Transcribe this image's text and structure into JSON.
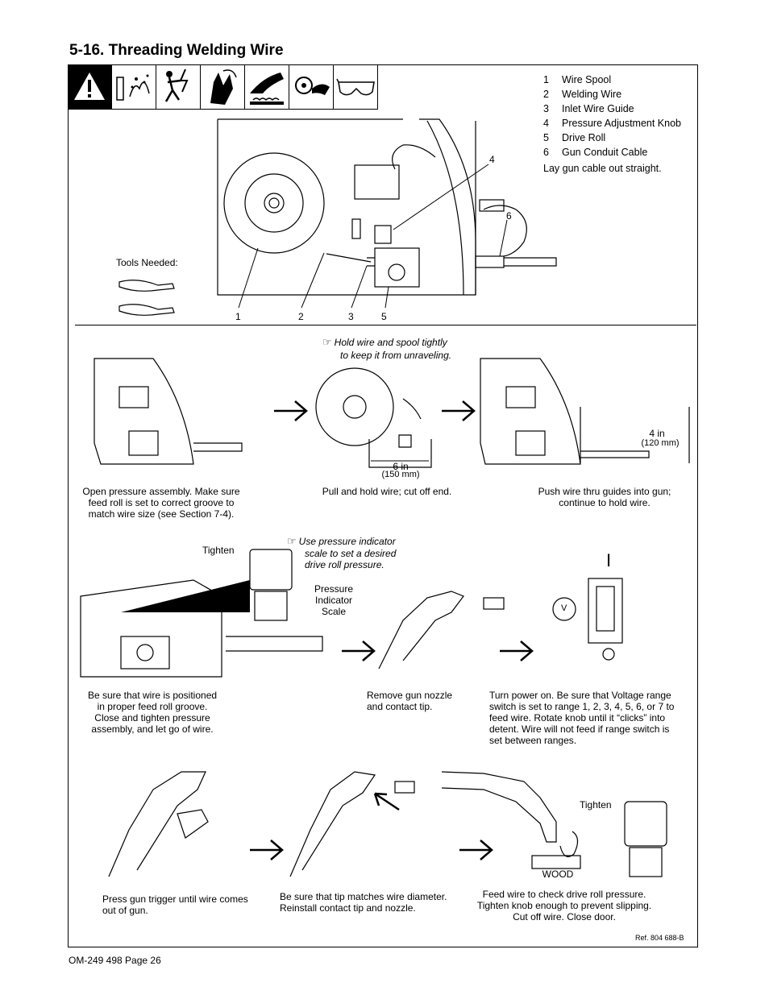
{
  "page_title": "5-16. Threading Welding Wire",
  "legend": [
    {
      "num": "1",
      "label": "Wire Spool"
    },
    {
      "num": "2",
      "label": "Welding Wire"
    },
    {
      "num": "3",
      "label": "Inlet Wire Guide"
    },
    {
      "num": "4",
      "label": "Pressure Adjustment Knob"
    },
    {
      "num": "5",
      "label": "Drive Roll"
    },
    {
      "num": "6",
      "label": "Gun Conduit Cable"
    }
  ],
  "legend_note": "Lay gun cable out straight.",
  "tools_needed": "Tools Needed:",
  "callouts": {
    "c1": "1",
    "c2": "2",
    "c3": "3",
    "c4": "4",
    "c5": "5",
    "c6": "6"
  },
  "notes": {
    "hold_wire_1": "Hold wire and spool tightly",
    "hold_wire_2": "to keep it from unraveling.",
    "pressure_1": "Use pressure indicator",
    "pressure_2": "scale to set a desired",
    "pressure_3": "drive roll pressure."
  },
  "dimensions": {
    "six_in": "6 in",
    "six_mm": "(150 mm)",
    "four_in": "4 in",
    "four_mm": "(120 mm)"
  },
  "labels": {
    "tighten_1": "Tighten",
    "pressure_scale_1": "Pressure",
    "pressure_scale_2": "Indicator",
    "pressure_scale_3": "Scale",
    "voltmeter": "V",
    "wood": "WOOD",
    "tighten_2": "Tighten",
    "switch_on": "I"
  },
  "steps": {
    "s1": [
      "Open pressure assembly. Make sure",
      "feed roll is set to correct groove to",
      "match wire size (see Section 7-4)."
    ],
    "s2": [
      "Pull and hold wire; cut off end."
    ],
    "s3": [
      "Push wire thru guides into gun;",
      "continue to hold wire."
    ],
    "s4": [
      "Be sure that wire is positioned",
      "in proper feed roll groove.",
      "Close and tighten pressure",
      "assembly, and let go of wire."
    ],
    "s5": [
      "Remove gun nozzle",
      "and contact tip."
    ],
    "s6": [
      "Turn power on. Be sure that Voltage range",
      "switch is set to range 1, 2, 3, 4, 5, 6, or 7 to",
      "feed wire. Rotate knob until it “clicks” into",
      "detent. Wire will not feed if range switch is",
      "set between ranges."
    ],
    "s7": [
      "Press gun trigger until wire comes",
      "out of gun."
    ],
    "s8": [
      "Be sure that tip matches wire diameter.",
      "Reinstall contact tip and nozzle."
    ],
    "s9": [
      "Feed wire to check drive roll pressure.",
      "Tighten knob enough to prevent slipping.",
      "Cut off wire. Close door."
    ]
  },
  "ref": "Ref. 804 688-B",
  "footer": "OM-249 498 Page 26",
  "icons": [
    "warning-icon",
    "fire-spark-icon",
    "electric-shock-icon",
    "hand-fan-icon",
    "hot-surface-icon",
    "moving-parts-icon",
    "safety-glasses-icon"
  ]
}
